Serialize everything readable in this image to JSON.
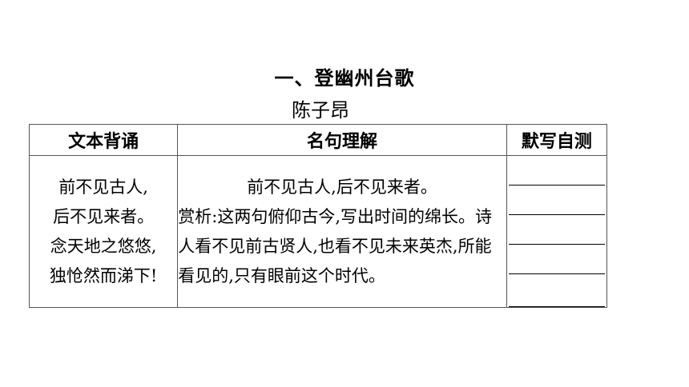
{
  "heading": {
    "title": "一、登幽州台歌",
    "author": "陈子昂"
  },
  "table": {
    "headers": [
      "文本背诵",
      "名句理解",
      "默写自测"
    ],
    "poem_lines": [
      "前不见古人,",
      "后不见来者。",
      "念天地之悠悠,",
      "独怆然而涕下!"
    ],
    "famous_line": "前不见古人,后不见来者。",
    "analysis": "赏析:这两句俯仰古今,写出时间的绵长。诗人看不见前古贤人,也看不见未来英杰,所能看见的,只有眼前这个时代。",
    "blank_count": 5
  }
}
